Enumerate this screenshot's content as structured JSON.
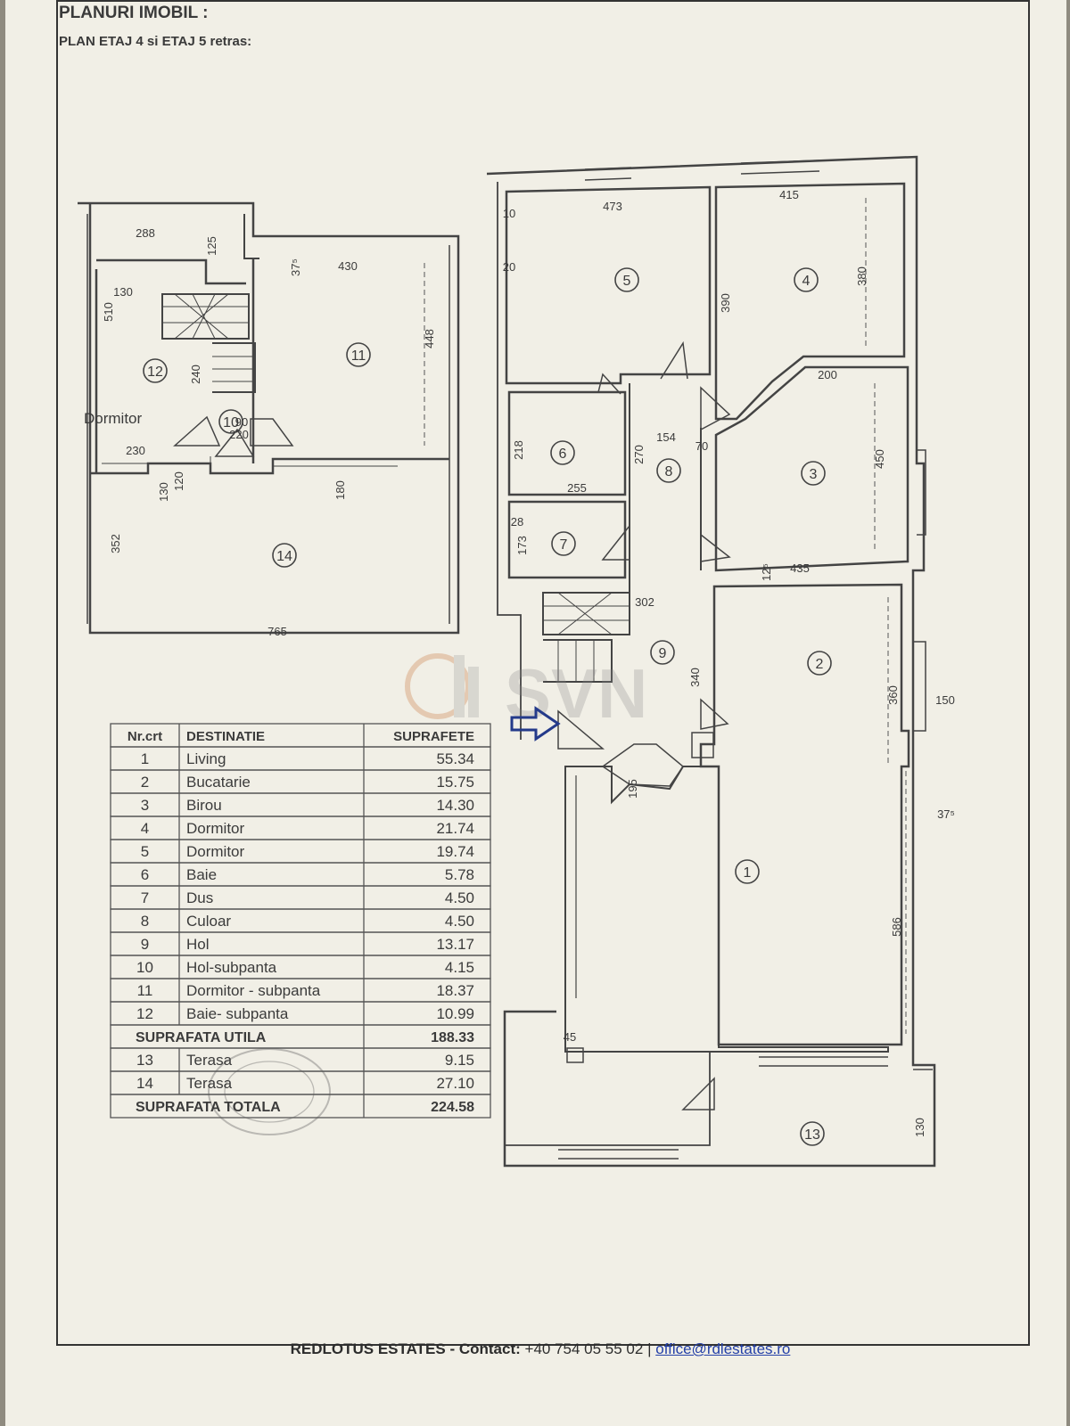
{
  "header": {
    "title": "PLANURI IMOBIL :",
    "subtitle": "PLAN ETAJ 4 si ETAJ 5 retras:"
  },
  "watermark": "SVN",
  "table": {
    "headers": [
      "Nr.crt",
      "DESTINATIE",
      "SUPRAFETE"
    ],
    "rows": [
      [
        "1",
        "Living",
        "55.34"
      ],
      [
        "2",
        "Bucatarie",
        "15.75"
      ],
      [
        "3",
        "Birou",
        "14.30"
      ],
      [
        "4",
        "Dormitor",
        "21.74"
      ],
      [
        "5",
        "Dormitor",
        "19.74"
      ],
      [
        "6",
        "Baie",
        "5.78"
      ],
      [
        "7",
        "Dus",
        "4.50"
      ],
      [
        "8",
        "Culoar",
        "4.50"
      ],
      [
        "9",
        "Hol",
        "13.17"
      ],
      [
        "10",
        "Hol-subpanta",
        "4.15"
      ],
      [
        "11",
        "Dormitor - subpanta",
        "18.37"
      ],
      [
        "12",
        "Baie- subpanta",
        "10.99"
      ]
    ],
    "subtotal": {
      "label": "SUPRAFATA UTILA",
      "value": "188.33"
    },
    "terraces": [
      [
        "13",
        "Terasa",
        "9.15"
      ],
      [
        "14",
        "Terasa",
        "27.10"
      ]
    ],
    "total": {
      "label": "SUPRAFATA TOTALA",
      "value": "224.58"
    }
  },
  "room_numbers": [
    "1",
    "2",
    "3",
    "4",
    "5",
    "6",
    "7",
    "8",
    "9",
    "10",
    "11",
    "12",
    "13",
    "14"
  ],
  "room_label": "Dormitor",
  "dimensions": [
    "288",
    "125",
    "430",
    "37⁵",
    "130",
    "510",
    "448",
    "240",
    "90",
    "220",
    "230",
    "120",
    "130",
    "180",
    "352",
    "765",
    "473",
    "20",
    "10",
    "415",
    "380",
    "390",
    "200",
    "154",
    "270",
    "218",
    "255",
    "28",
    "173",
    "302",
    "70",
    "450",
    "435",
    "12⁵",
    "340",
    "360",
    "150",
    "195",
    "586",
    "45",
    "130",
    "37⁵"
  ],
  "footer": {
    "company": "REDLOTUS ESTATES - Contact:",
    "phone": "+40 754 05 55 02",
    "separator": "|",
    "email": "office@rdlestates.ro"
  }
}
